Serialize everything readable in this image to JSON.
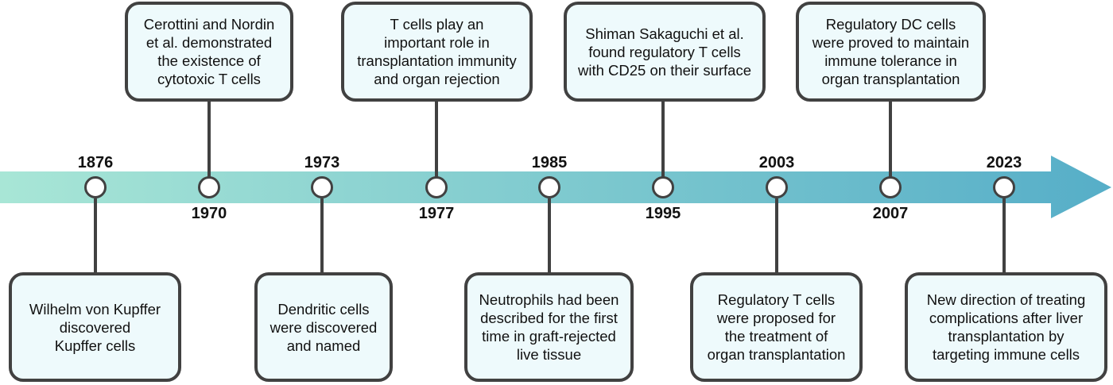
{
  "colors": {
    "arrow_start": "#a8e6d6",
    "arrow_end": "#56aec8",
    "box_fill": "#eefafc",
    "border": "#414141"
  },
  "events": [
    {
      "year": "1876",
      "text": "Wilhelm von Kupffer\ndiscovered\nKupffer cells",
      "side": "below"
    },
    {
      "year": "1970",
      "text": "Cerottini and Nordin\net al. demonstrated\nthe existence of\ncytotoxic T cells",
      "side": "above"
    },
    {
      "year": "1973",
      "text": "Dendritic cells\nwere discovered\nand named",
      "side": "below"
    },
    {
      "year": "1977",
      "text": "T cells play an\nimportant role in\ntransplantation immunity\nand organ rejection",
      "side": "above"
    },
    {
      "year": "1985",
      "text": "Neutrophils had been\ndescribed for the first\ntime in graft-rejected\nlive tissue",
      "side": "below"
    },
    {
      "year": "1995",
      "text": "Shiman Sakaguchi et al.\nfound regulatory T cells\nwith CD25 on their surface",
      "side": "above"
    },
    {
      "year": "2003",
      "text": "Regulatory T cells\nwere proposed for\nthe treatment of\norgan transplantation",
      "side": "below"
    },
    {
      "year": "2007",
      "text": "Regulatory DC cells\nwere proved to maintain\nimmune tolerance in\norgan transplantation",
      "side": "above"
    },
    {
      "year": "2023",
      "text": "New direction of treating\ncomplications after liver\ntransplantation by\ntargeting immune cells",
      "side": "below"
    }
  ]
}
